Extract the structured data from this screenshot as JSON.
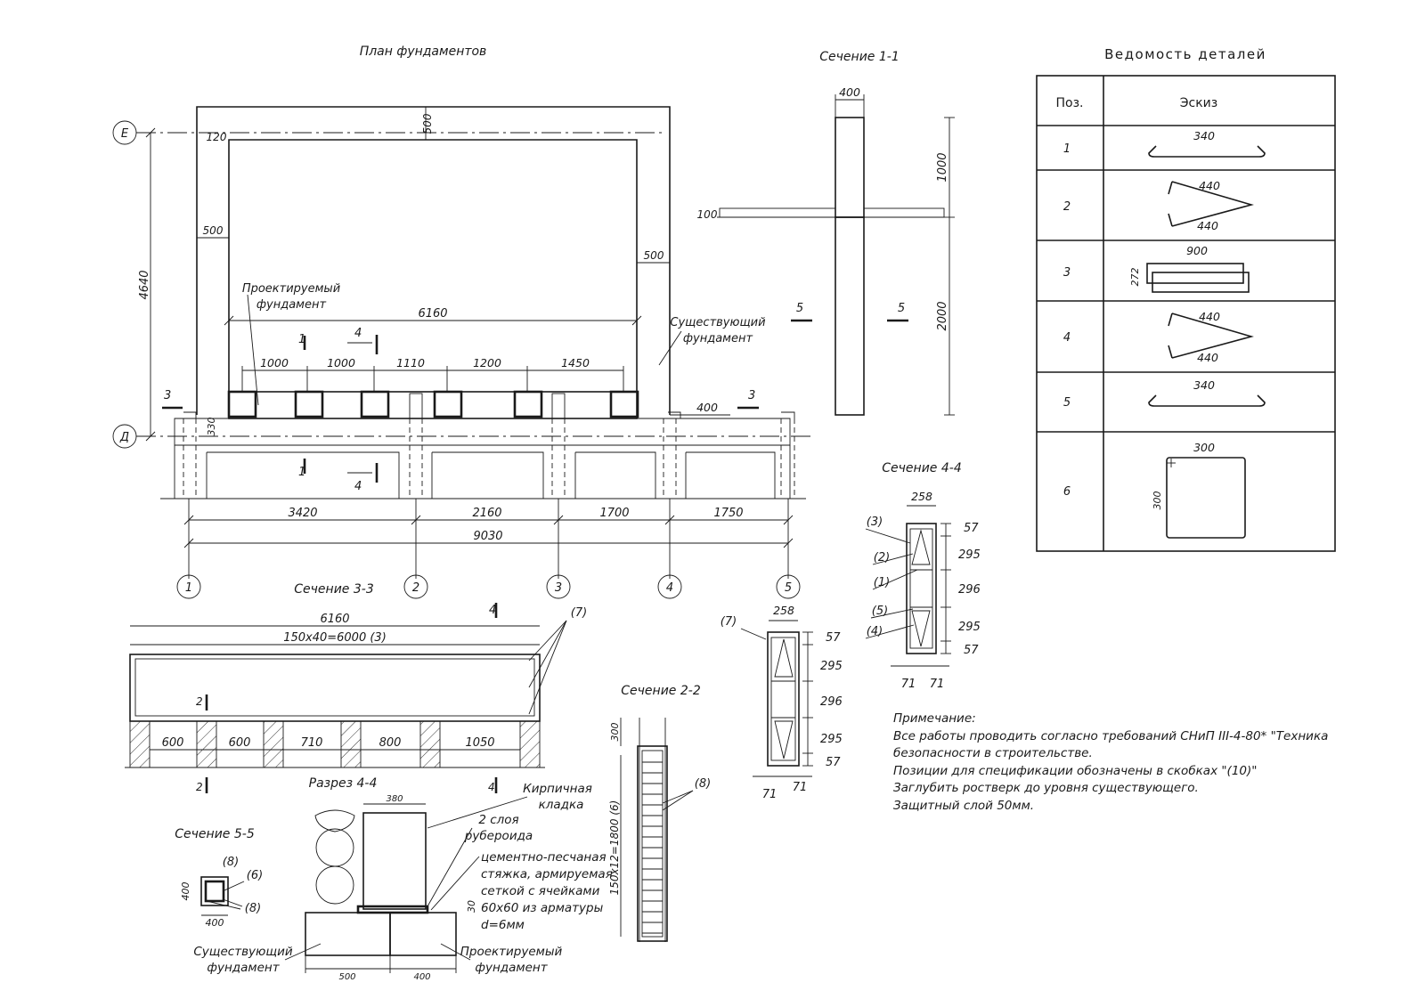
{
  "plan": {
    "title": "План фундаментов",
    "axes_rows": [
      "Е",
      "Д"
    ],
    "axes_cols": [
      "1",
      "2",
      "3",
      "4",
      "5"
    ],
    "dims": {
      "d500_top": "500",
      "d120": "120",
      "d500_left": "500",
      "d500_right": "500",
      "d4640": "4640",
      "d6160": "6160",
      "d400": "400",
      "d330": "330",
      "spans": [
        "1000",
        "1000",
        "1110",
        "1200",
        "1450"
      ],
      "bottom": [
        "3420",
        "2160",
        "1700",
        "1750"
      ],
      "total": "9030"
    },
    "labels": {
      "designed_1": "Проектируемый",
      "designed_2": "фундамент",
      "existing_1": "Существующий",
      "existing_2": "фундамент"
    },
    "cut_marks": {
      "c1": "1",
      "c3": "3",
      "c4": "4"
    }
  },
  "sec11": {
    "title": "Сечение 1-1",
    "d400": "400",
    "d1000": "1000",
    "d2000": "2000",
    "d100": "100",
    "mark5": "5"
  },
  "sec44": {
    "title": "Сечение 4-4",
    "d258": "258",
    "rows": [
      "57",
      "295",
      "296",
      "295",
      "57"
    ],
    "d71a": "71",
    "d71b": "71",
    "callouts": [
      "(3)",
      "(2)",
      "(1)",
      "(5)",
      "(4)"
    ]
  },
  "sec33": {
    "title": "Сечение 3-3",
    "d6160": "6160",
    "mesh": "150x40=6000 (3)",
    "callout7": "(7)",
    "gaps": [
      "600",
      "600",
      "710",
      "800",
      "1050"
    ],
    "mark2": "2",
    "mark4": "4"
  },
  "sec22": {
    "title": "Сечение 2-2",
    "d300": "300",
    "ladder": "150x12=1800 (6)",
    "callout8": "(8)"
  },
  "sec7": {
    "callout7": "(7)",
    "d258": "258",
    "rows": [
      "57",
      "295",
      "296",
      "295",
      "57"
    ],
    "d71a": "71",
    "d71b": "71"
  },
  "razrez44": {
    "title": "Разрез 4-4",
    "d380": "380",
    "d500": "500",
    "d400": "400",
    "d30": "30",
    "brick_1": "Кирпичная",
    "brick_2": "кладка",
    "rub_1": "2 слоя",
    "rub_2": "рубероида",
    "scr_1": "цементно-песчаная",
    "scr_2": "стяжка, армируемая",
    "scr_3": "сеткой с ячейками",
    "scr_4": "60х60 из арматуры",
    "scr_5": "d=6мм",
    "ex_1": "Существующий",
    "ex_2": "фундамент",
    "pr_1": "Проектируемый",
    "pr_2": "фундамент"
  },
  "sec55": {
    "title": "Сечение 5-5",
    "c8a": "(8)",
    "c6": "(6)",
    "c8b": "(8)",
    "d400v": "400",
    "d400h": "400"
  },
  "table": {
    "title": "Ведомость деталей",
    "headers": [
      "Поз.",
      "Эскиз"
    ],
    "rows": [
      {
        "pos": "1",
        "dims": [
          "340"
        ]
      },
      {
        "pos": "2",
        "dims": [
          "440",
          "440"
        ]
      },
      {
        "pos": "3",
        "dims": [
          "900",
          "272"
        ]
      },
      {
        "pos": "4",
        "dims": [
          "440",
          "440"
        ]
      },
      {
        "pos": "5",
        "dims": [
          "340"
        ]
      },
      {
        "pos": "6",
        "dims": [
          "300",
          "300"
        ]
      }
    ]
  },
  "notes": {
    "title": "Примечание:",
    "lines": [
      "Все работы проводить согласно требований СНиП III-4-80* \"Техника безопасности в строительстве.",
      "Позиции для спецификации обозначены в скобках \"(10)\"",
      "Заглубить ростверк до уровня существующего.",
      "Защитный слой 50мм."
    ]
  }
}
